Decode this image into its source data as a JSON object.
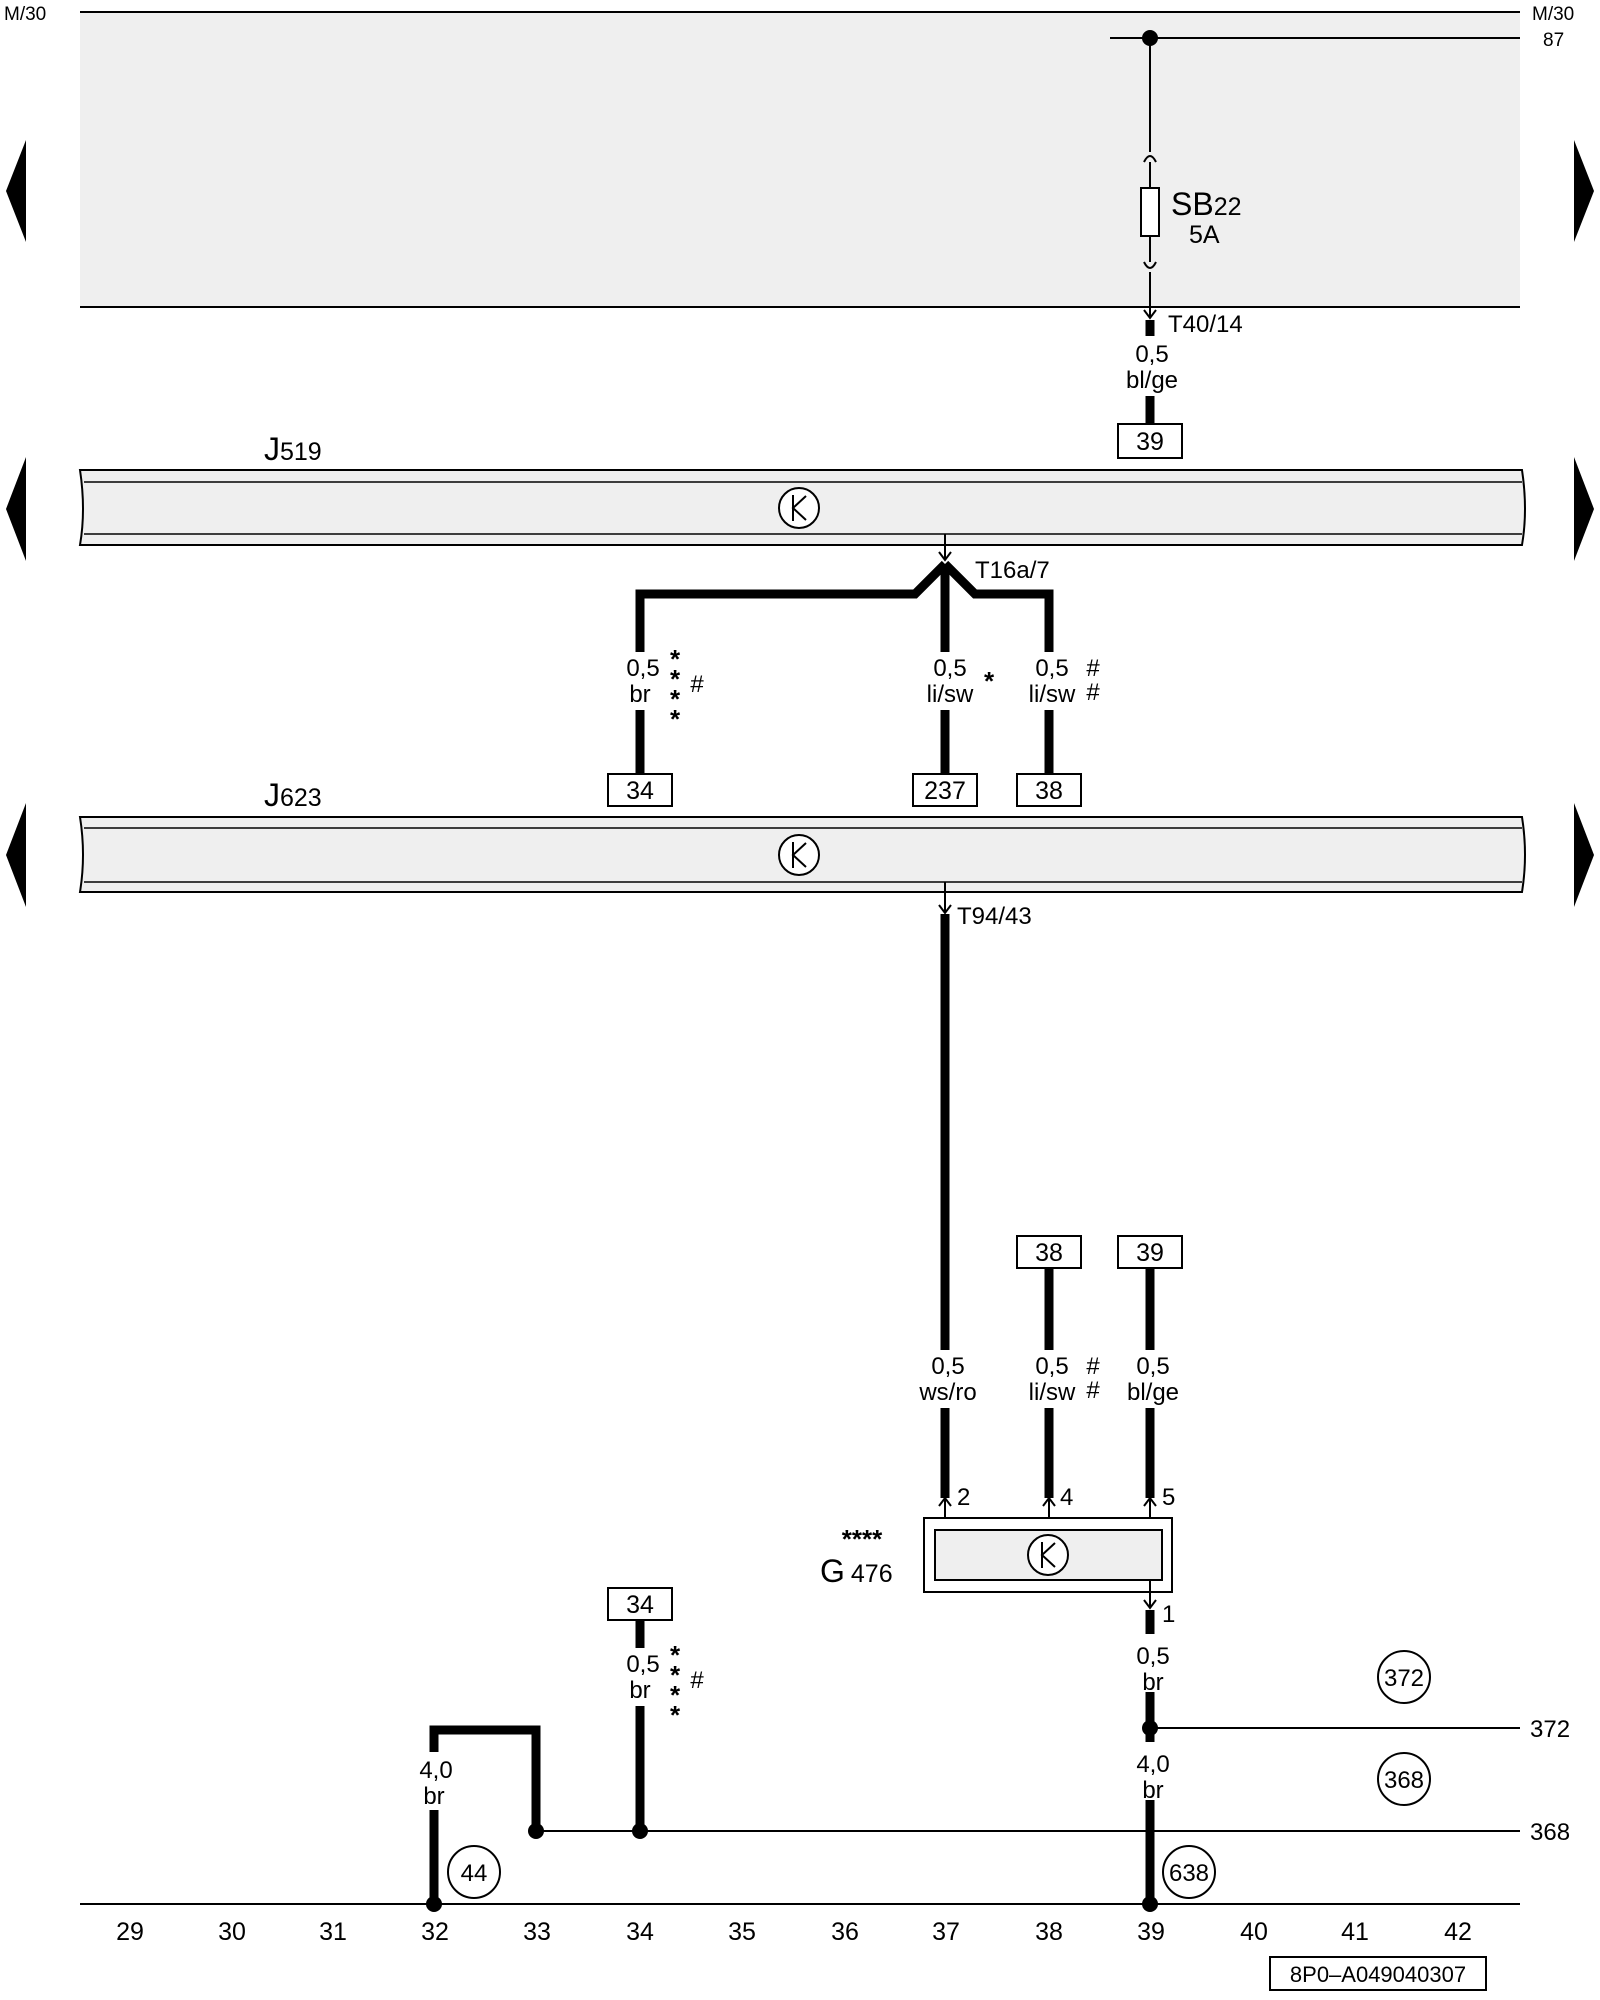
{
  "rails": {
    "top_left": "M/30",
    "top_right": "M/30",
    "rail_87": "87",
    "rail_372": "372",
    "rail_368": "368"
  },
  "fuse": {
    "name": "SB",
    "number": "22",
    "rating": "5A"
  },
  "components": {
    "j519": {
      "letter": "J",
      "number": "519"
    },
    "j623": {
      "letter": "J",
      "number": "623"
    },
    "g476": {
      "letter": "G",
      "number": "476",
      "marker": "****"
    }
  },
  "terminals": {
    "t40_14": "T40/14",
    "t16a_7": "T16a/7",
    "t94_43": "T94/43",
    "pin2": "2",
    "pin4": "4",
    "pin5": "5",
    "pin1": "1"
  },
  "wires": {
    "w_bl_ge_top": {
      "size": "0,5",
      "color": "bl/ge"
    },
    "w_br_34_top": {
      "size": "0,5",
      "color": "br"
    },
    "w_li_sw_237": {
      "size": "0,5",
      "color": "li/sw"
    },
    "w_li_sw_38_top": {
      "size": "0,5",
      "color": "li/sw"
    },
    "w_ws_ro": {
      "size": "0,5",
      "color": "ws/ro"
    },
    "w_li_sw_38_bot": {
      "size": "0,5",
      "color": "li/sw"
    },
    "w_bl_ge_bot": {
      "size": "0,5",
      "color": "bl/ge"
    },
    "w_br_pin1": {
      "size": "0,5",
      "color": "br"
    },
    "w_br_39_40": {
      "size": "4,0",
      "color": "br"
    },
    "w_br_34_bot": {
      "size": "0,5",
      "color": "br"
    },
    "w_br_32_40": {
      "size": "4,0",
      "color": "br"
    }
  },
  "symbols": {
    "star": "*",
    "hash": "#"
  },
  "refs": {
    "box_39_top": "39",
    "box_34_top": "34",
    "box_237": "237",
    "box_38_top": "38",
    "box_38_bot": "38",
    "box_39_bot": "39",
    "box_34_bot": "34"
  },
  "circles": {
    "c372": "372",
    "c368": "368",
    "c44": "44",
    "c638": "638"
  },
  "axis": [
    "29",
    "30",
    "31",
    "32",
    "33",
    "34",
    "35",
    "36",
    "37",
    "38",
    "39",
    "40",
    "41",
    "42"
  ],
  "drawing_number": "8P0–A049040307"
}
